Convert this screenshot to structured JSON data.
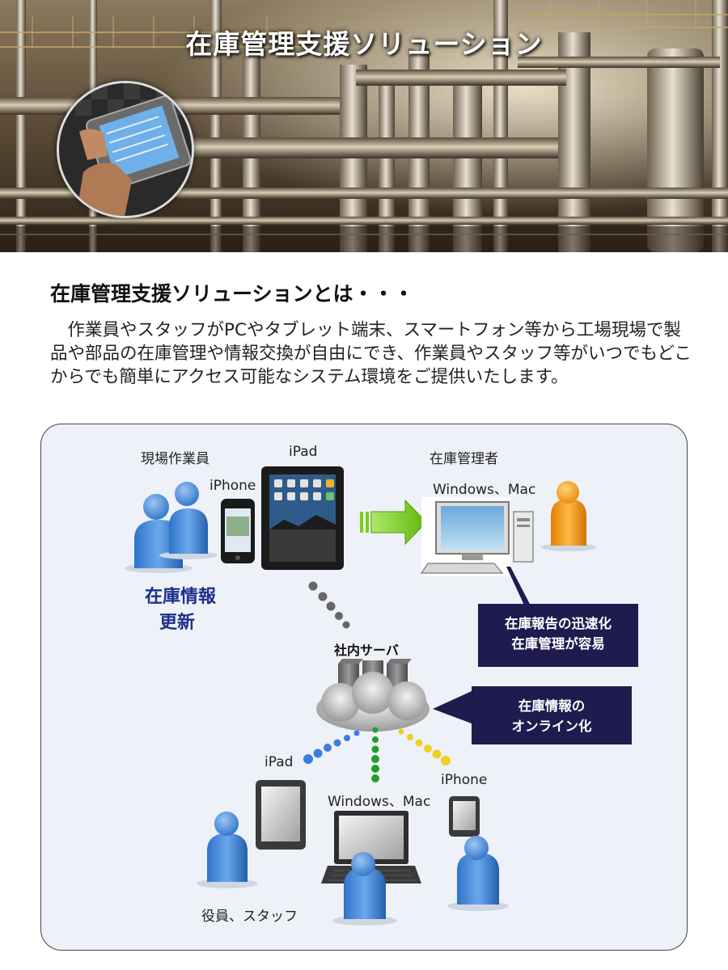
{
  "hero": {
    "title": "在庫管理支援ソリューション"
  },
  "intro": {
    "heading": "在庫管理支援ソリューションとは・・・",
    "body": "作業員やスタッフがPCやタブレット端末、スマートフォン等から工場現場で製品や部品の在庫管理や情報交換が自由にでき、作業員やスタッフ等がいつでもどこからでも簡単にアクセス可能なシステム環境をご提供いたします。"
  },
  "diagram": {
    "field_workers_label": "現場作業員",
    "ipad_top_label": "iPad",
    "iphone_top_label": "iPhone",
    "manager_label": "在庫管理者",
    "manager_device_label": "Windows、Mac",
    "update_line1": "在庫情報",
    "update_line2": "更新",
    "callout_report_line1": "在庫報告の迅速化",
    "callout_report_line2": "在庫管理が容易",
    "server_label": "社内サーバ",
    "callout_online_line1": "在庫情報の",
    "callout_online_line2": "オンライン化",
    "ipad_bottom_label": "iPad",
    "windows_bottom_label": "Windows、Mac",
    "iphone_bottom_label": "iPhone",
    "staff_label": "役員、スタッフ"
  },
  "colors": {
    "callout_bg": "#1f1b4e",
    "update_text": "#1d2f8c",
    "panel_bg": "#eef1f7",
    "person_blue": "#3d86d8",
    "person_orange": "#f0950e",
    "arrow_green": "#7ccf1c"
  }
}
